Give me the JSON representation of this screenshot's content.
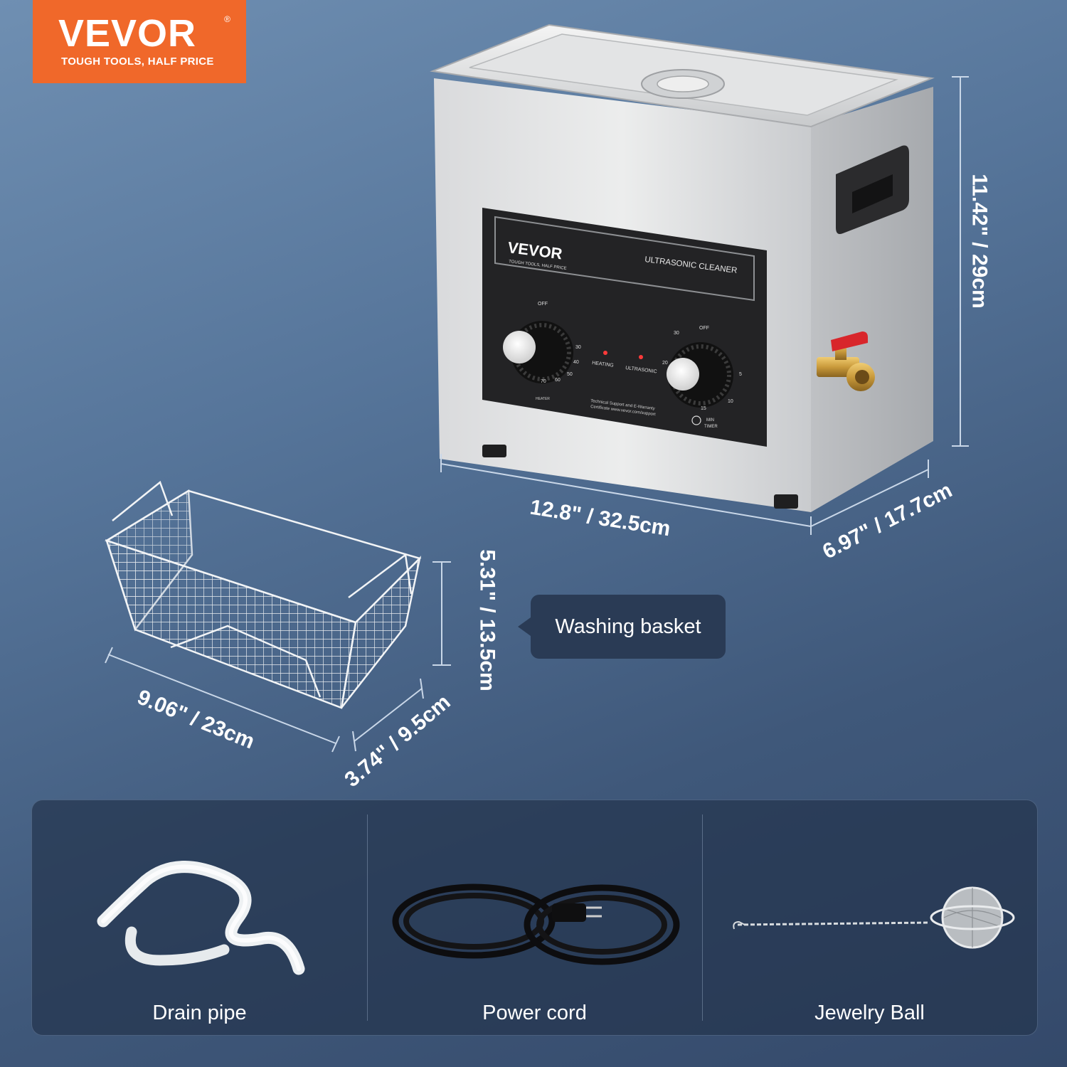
{
  "logo": {
    "brand": "VEVOR",
    "registered": "®",
    "tagline": "TOUGH TOOLS, HALF PRICE"
  },
  "product": {
    "panel_brand": "VEVOR",
    "panel_tagline": "TOUGH TOOLS, HALF PRICE",
    "panel_title": "ULTRASONIC CLEANER",
    "heater_knob": {
      "off": "OFF",
      "ticks": [
        "30",
        "40",
        "50",
        "60",
        "70"
      ],
      "label": "HEATER"
    },
    "indicators": [
      "HEATING",
      "ULTRASONIC"
    ],
    "timer_knob": {
      "off": "OFF",
      "ticks": [
        "30",
        "5",
        "10",
        "15",
        "20"
      ],
      "label_unit": "MIN",
      "label": "TIMER"
    },
    "support_line1": "Technical Support and E-Warranty",
    "support_line2": "Certificate www.vevor.com/support"
  },
  "dimensions": {
    "height": "11.42\" / 29cm",
    "width": "12.8\" / 32.5cm",
    "depth": "6.97\" / 17.7cm",
    "basket_height": "5.31\" / 13.5cm",
    "basket_length": "9.06\" / 23cm",
    "basket_width": "3.74\" / 9.5cm"
  },
  "callout": {
    "label": "Washing basket"
  },
  "accessories": [
    {
      "label": "Drain pipe"
    },
    {
      "label": "Power cord"
    },
    {
      "label": "Jewelry Ball"
    }
  ],
  "colors": {
    "brand_orange": "#f0682a",
    "background": "#4d6a8f",
    "valve_red": "#d8262b",
    "brass": "#c99a3b"
  }
}
